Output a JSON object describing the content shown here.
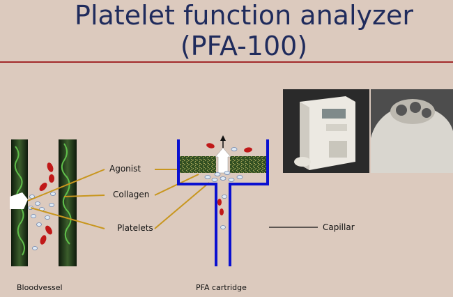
{
  "title": {
    "line1": "Platelet function analyzer",
    "line2": "(PFA-100)"
  },
  "labels": {
    "agonist": "Agonist",
    "collagen": "Collagen",
    "platelets": "Platelets",
    "capillar": "Capillar"
  },
  "captions": {
    "bloodvessel": "Bloodvessel",
    "cartridge": "PFA cartridge"
  },
  "colors": {
    "background": "#dccabe",
    "title": "#1f2b5c",
    "rule": "#a32a2a",
    "cartridge_wall": "#0a10d0",
    "leader_line": "#c8961e",
    "red_cell": "#c01818",
    "membrane": "#2c5a22"
  },
  "icons": [
    "arrow-up-icon",
    "arrow-white-icon"
  ]
}
